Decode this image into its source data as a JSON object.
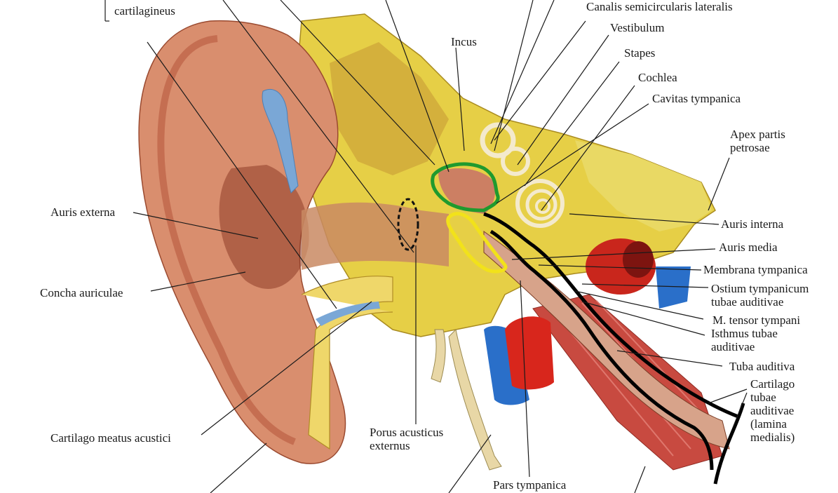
{
  "labels": {
    "cartilagineus": "cartilagineus",
    "canalis": "Canalis semicircularis lateralis",
    "vestibulum": "Vestibulum",
    "incus": "Incus",
    "stapes": "Stapes",
    "cochlea": "Cochlea",
    "cavitas": "Cavitas tympanica",
    "apex": "Apex partis\npetrosae",
    "auris_externa": "Auris externa",
    "auris_interna": "Auris interna",
    "auris_media": "Auris media",
    "membrana": "Membrana tympanica",
    "ostium": "Ostium tympanicum\ntubae auditivae",
    "tensor": "M. tensor tympani",
    "isthmus": "Isthmus tubae\nauditivae",
    "tuba": "Tuba auditiva",
    "cartilago_tubae": "Cartilago\ntubae\nauditivae\n(lamina\nmedialis)",
    "concha": "Concha auriculae",
    "cartilago_meatus": "Cartilago meatus acustici",
    "porus": "Porus acusticus\nexternus",
    "pars_tympanica": "Pars tympanica"
  },
  "colors": {
    "skin": "#d98e6e",
    "skin_dark": "#b5533a",
    "bone": "#e8d24a",
    "bone_dark": "#c9a62c",
    "muscle": "#c84a40",
    "vein": "#2a6fc9",
    "artery": "#d8261c",
    "outline_green": "#1f9a2e",
    "outline_yellow": "#f2e21a",
    "outline_black": "#000000"
  }
}
